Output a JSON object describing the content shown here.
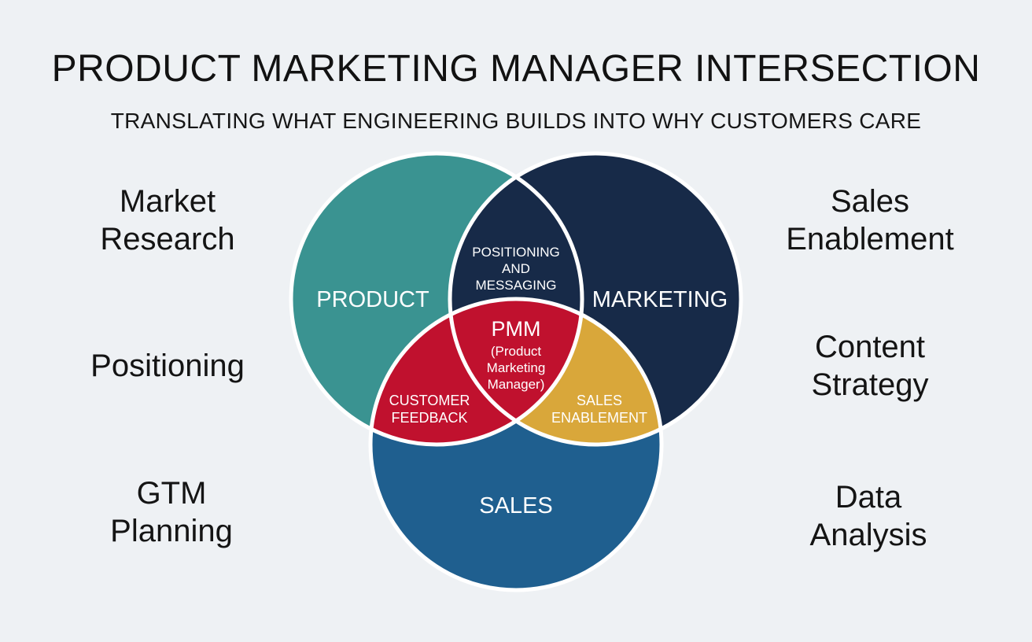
{
  "header": {
    "title": "PRODUCT MARKETING MANAGER INTERSECTION",
    "subtitle": "TRANSLATING WHAT ENGINEERING BUILDS INTO WHY CUSTOMERS CARE"
  },
  "left_labels": [
    {
      "lines": [
        "Market",
        "Research"
      ]
    },
    {
      "lines": [
        "Positioning"
      ]
    },
    {
      "lines": [
        "GTM",
        "Planning"
      ]
    }
  ],
  "right_labels": [
    {
      "lines": [
        "Sales",
        "Enablement"
      ]
    },
    {
      "lines": [
        "Content",
        "Strategy"
      ]
    },
    {
      "lines": [
        "Data",
        "Analysis"
      ]
    }
  ],
  "venn": {
    "circles": {
      "product": {
        "label": "PRODUCT",
        "color": "#3a9391"
      },
      "marketing": {
        "label": "MARKETING",
        "color": "#172a48"
      },
      "sales": {
        "label": "SALES",
        "color": "#1f5f8f"
      }
    },
    "overlaps": {
      "product_marketing": {
        "lines": [
          "POSITIONING",
          "AND",
          "MESSAGING"
        ],
        "color": "#172a48"
      },
      "product_sales": {
        "lines": [
          "CUSTOMER",
          "FEEDBACK"
        ],
        "color": "#c0112e"
      },
      "marketing_sales": {
        "lines": [
          "SALES",
          "ENABLEMENT"
        ],
        "color": "#d9a73a"
      },
      "center": {
        "title": "PMM",
        "lines": [
          "(Product",
          "Marketing",
          "Manager)"
        ],
        "color": "#c0112e"
      }
    },
    "outline_color": "#ffffff"
  }
}
